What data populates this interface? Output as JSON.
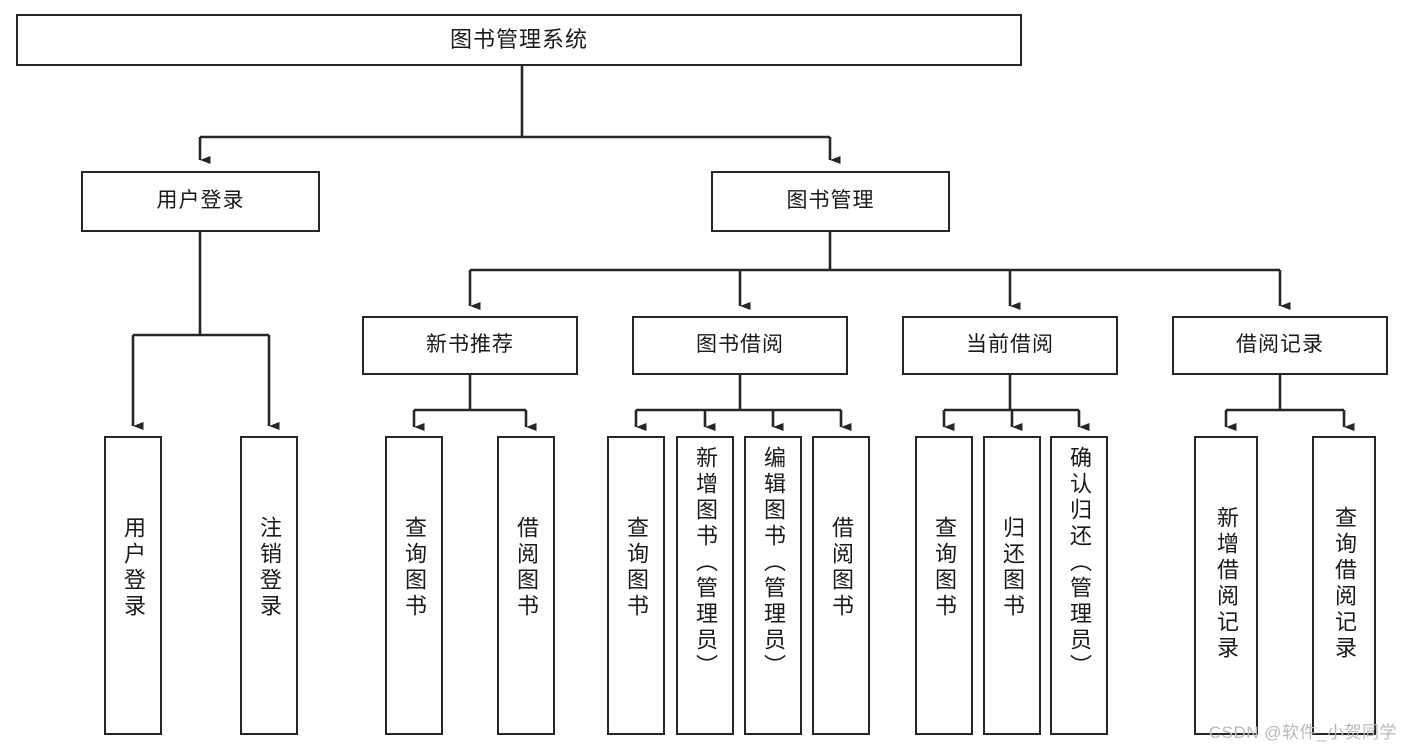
{
  "diagram": {
    "title": "图书管理系统",
    "type": "tree-hierarchy",
    "colors": {
      "box_border": "#262626",
      "box_fill": "#ffffff",
      "connector": "#262626",
      "watermark": "#b9b9b9",
      "background": "#ffffff"
    },
    "levels": {
      "level1": [
        {
          "id": "root",
          "label": "图书管理系统"
        }
      ],
      "level2": [
        {
          "id": "user-login",
          "label": "用户登录",
          "parent": "root"
        },
        {
          "id": "book-manage",
          "label": "图书管理",
          "parent": "root"
        }
      ],
      "level3": [
        {
          "id": "new-book-recommend",
          "label": "新书推荐",
          "parent": "book-manage"
        },
        {
          "id": "book-borrow",
          "label": "图书借阅",
          "parent": "book-manage"
        },
        {
          "id": "current-borrow",
          "label": "当前借阅",
          "parent": "book-manage"
        },
        {
          "id": "borrow-record",
          "label": "借阅记录",
          "parent": "book-manage"
        }
      ],
      "level4": [
        {
          "id": "leaf-user-login",
          "label": "用户登录",
          "parent": "user-login"
        },
        {
          "id": "leaf-logout-login",
          "label": "注销登录",
          "parent": "user-login"
        },
        {
          "id": "leaf-query-book-1",
          "label": "查询图书",
          "parent": "new-book-recommend"
        },
        {
          "id": "leaf-borrow-book-1",
          "label": "借阅图书",
          "parent": "new-book-recommend"
        },
        {
          "id": "leaf-query-book-2",
          "label": "查询图书",
          "parent": "book-borrow"
        },
        {
          "id": "leaf-add-book",
          "label": "新增图书（管理员）",
          "parent": "book-borrow"
        },
        {
          "id": "leaf-edit-book",
          "label": "编辑图书（管理员）",
          "parent": "book-borrow"
        },
        {
          "id": "leaf-borrow-book-2",
          "label": "借阅图书",
          "parent": "book-borrow"
        },
        {
          "id": "leaf-query-book-3",
          "label": "查询图书",
          "parent": "current-borrow"
        },
        {
          "id": "leaf-return-book",
          "label": "归还图书",
          "parent": "current-borrow"
        },
        {
          "id": "leaf-confirm-return",
          "label": "确认归还（管理员）",
          "parent": "current-borrow"
        },
        {
          "id": "leaf-add-borrow-record",
          "label": "新增借阅记录",
          "parent": "borrow-record"
        },
        {
          "id": "leaf-query-borrow-record",
          "label": "查询借阅记录",
          "parent": "borrow-record"
        }
      ]
    },
    "watermark": "CSDN @软件_小贺同学"
  }
}
